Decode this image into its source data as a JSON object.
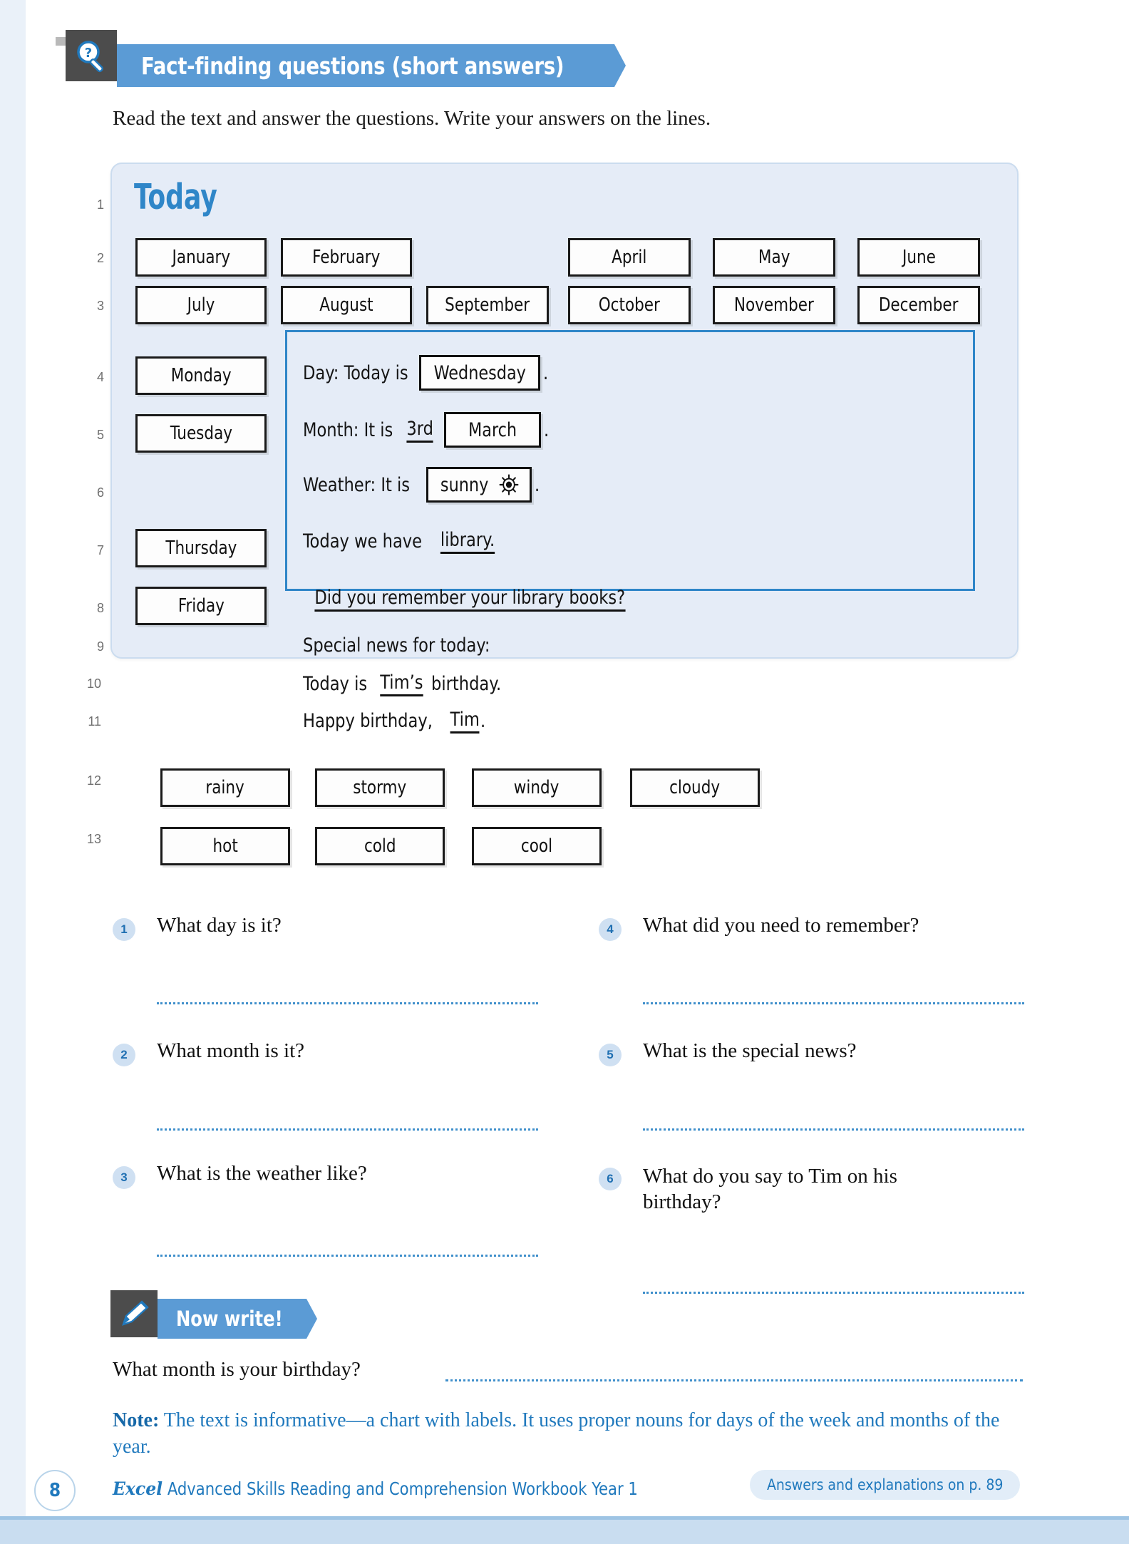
{
  "header": {
    "icon": "magnifier-question-icon",
    "title": "Fact-finding questions (short answers)"
  },
  "instruction": "Read the text and answer the questions. Write your answers on the lines.",
  "chart": {
    "title": "Today",
    "line_numbers": [
      "1",
      "2",
      "3",
      "4",
      "5",
      "6",
      "7",
      "8",
      "9",
      "10",
      "11",
      "12",
      "13"
    ],
    "months_row1": [
      "January",
      "February",
      "April",
      "May",
      "June"
    ],
    "months_row2": [
      "July",
      "August",
      "September",
      "October",
      "November",
      "December"
    ],
    "days": [
      "Monday",
      "Tuesday",
      "Thursday",
      "Friday"
    ],
    "weather_row1": [
      "rainy",
      "stormy",
      "windy",
      "cloudy"
    ],
    "weather_row2": [
      "hot",
      "cold",
      "cool"
    ],
    "panel": {
      "day_label": "Day:  Today is",
      "day_answer": "Wednesday",
      "day_period": ".",
      "month_label": "Month:  It is",
      "month_date": "3rd",
      "month_answer": "March",
      "month_period": ".",
      "weather_label": "Weather: It is",
      "weather_answer": "sunny",
      "weather_icon": "sun-icon",
      "weather_period": ".",
      "library_prefix": "Today we have",
      "library_answer": "library.",
      "remember_line": "Did you remember your library books?",
      "special_news_label": "Special news for today:",
      "birthday_prefix": "Today is",
      "birthday_name": "Tim’s",
      "birthday_suffix": "birthday.",
      "happy_prefix": "Happy birthday,",
      "happy_name": "Tim",
      "happy_period": "."
    }
  },
  "questions": [
    {
      "num": "1",
      "text": "What day is it?"
    },
    {
      "num": "2",
      "text": "What month is it?"
    },
    {
      "num": "3",
      "text": "What is the weather like?"
    },
    {
      "num": "4",
      "text": "What did you need to remember?"
    },
    {
      "num": "5",
      "text": "What is the special news?"
    },
    {
      "num": "6",
      "text": "What do you say to Tim on his birthday?"
    }
  ],
  "now_write": {
    "icon": "pencil-icon",
    "title": "Now write!",
    "question": "What month is your birthday?"
  },
  "note": {
    "label": "Note:",
    "text": " The text is informative—a chart with labels. It uses proper nouns for days of the week and months of the year."
  },
  "footer": {
    "page_number": "8",
    "brand": "Excel",
    "title": " Advanced Skills Reading and Comprehension Workbook Year 1",
    "answers": "Answers and explanations on p. 89"
  },
  "colors": {
    "accent": "#5b9bd5",
    "blue_text": "#2079bd",
    "chart_bg": "#e5ecf7",
    "panel_border": "#2f86c8",
    "dotted_line": "#3f8fcb"
  }
}
